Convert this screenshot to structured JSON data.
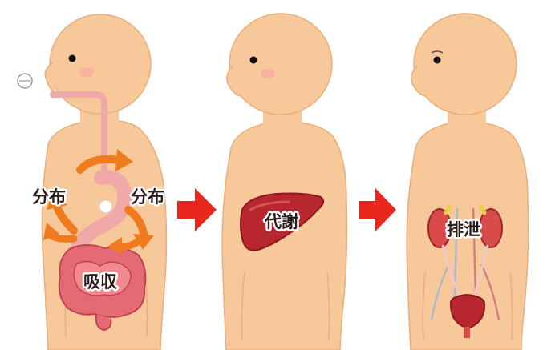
{
  "labels": {
    "distribution_left": "分布",
    "distribution_right": "分布",
    "absorption": "吸収",
    "metabolism": "代謝",
    "excretion": "排泄"
  },
  "colors": {
    "skin": "#f7c89a",
    "skin_outline": "#e9ae7c",
    "esophagus": "#f0a8a8",
    "intestine": "#e46a74",
    "liver": "#b8262e",
    "kidney": "#d94a4a",
    "bladder": "#b8262e",
    "arrow_orange": "#f07a1e",
    "arrow_red": "#e8281c",
    "cheek": "#f7a9a0"
  },
  "icons": [
    "pill-icon",
    "flow-arrow-icon"
  ]
}
